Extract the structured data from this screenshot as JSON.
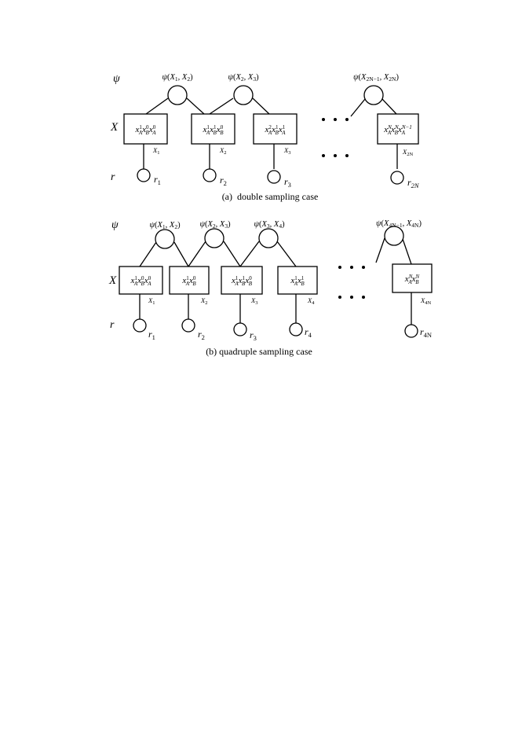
{
  "panel_a": {
    "caption": "(a)  double sampling case",
    "row_labels": {
      "psi": "ψ",
      "x": "X",
      "r": "r"
    },
    "potentials": [
      {
        "f": "ψ",
        "a": "X",
        "as": "1",
        "b": "X",
        "bs": "2"
      },
      {
        "f": "ψ",
        "a": "X",
        "as": "2",
        "b": "X",
        "bs": "3"
      },
      {
        "f": "ψ",
        "a": "X",
        "as": "2N−1",
        "b": "X",
        "bs": "2N"
      }
    ],
    "boxes": [
      {
        "terms": [
          {
            "b": "x",
            "sup": "1",
            "sub": "A"
          },
          {
            "b": "x",
            "sup": "0",
            "sub": "B"
          },
          {
            "b": "x",
            "sup": "0",
            "sub": "A"
          }
        ],
        "var": "X",
        "var_sub": "1"
      },
      {
        "terms": [
          {
            "b": "x",
            "sup": "1",
            "sub": "A"
          },
          {
            "b": "x",
            "sup": "1",
            "sub": "B"
          },
          {
            "b": "x",
            "sup": "0",
            "sub": "B"
          }
        ],
        "var": "X",
        "var_sub": "2"
      },
      {
        "terms": [
          {
            "b": "x",
            "sup": "2",
            "sub": "A"
          },
          {
            "b": "x",
            "sup": "1",
            "sub": "B"
          },
          {
            "b": "x",
            "sup": "1",
            "sub": "A"
          }
        ],
        "var": "X",
        "var_sub": "3"
      },
      {
        "terms": [
          {
            "b": "x",
            "sup": "N",
            "sub": "A"
          },
          {
            "b": "x",
            "sup": "N",
            "sub": "B"
          },
          {
            "b": "x",
            "sup": "N−1",
            "sub": "A"
          }
        ],
        "var": "X",
        "var_sub": "2N"
      }
    ],
    "observations": [
      {
        "b": "r",
        "sub": "1"
      },
      {
        "b": "r",
        "sub": "2"
      },
      {
        "b": "r",
        "sub": "3"
      },
      {
        "b": "r",
        "sub": "2N"
      }
    ]
  },
  "panel_b": {
    "caption": "(b) quadruple sampling case",
    "row_labels": {
      "psi": "ψ",
      "x": "X",
      "r": "r"
    },
    "potentials": [
      {
        "f": "ψ",
        "a": "X",
        "as": "1",
        "b": "X",
        "bs": "2"
      },
      {
        "f": "ψ",
        "a": "X",
        "as": "2",
        "b": "X",
        "bs": "3"
      },
      {
        "f": "ψ",
        "a": "X",
        "as": "3",
        "b": "X",
        "bs": "4"
      },
      {
        "f": "ψ",
        "a": "X",
        "as": "4N−1",
        "b": "X",
        "bs": "4N"
      }
    ],
    "boxes": [
      {
        "terms": [
          {
            "b": "x",
            "sup": "1",
            "sub": "A"
          },
          {
            "b": "x",
            "sup": "0",
            "sub": "B"
          },
          {
            "b": "x",
            "sup": "0",
            "sub": "A"
          }
        ],
        "var": "X",
        "var_sub": "1"
      },
      {
        "terms": [
          {
            "b": "x",
            "sup": "1",
            "sub": "A"
          },
          {
            "b": "x",
            "sup": "0",
            "sub": "B"
          }
        ],
        "var": "X",
        "var_sub": "2"
      },
      {
        "terms": [
          {
            "b": "x",
            "sup": "1",
            "sub": "A"
          },
          {
            "b": "x",
            "sup": "1",
            "sub": "B"
          },
          {
            "b": "x",
            "sup": "0",
            "sub": "B"
          }
        ],
        "var": "X",
        "var_sub": "3"
      },
      {
        "terms": [
          {
            "b": "x",
            "sup": "1",
            "sub": "A"
          },
          {
            "b": "x",
            "sup": "1",
            "sub": "B"
          }
        ],
        "var": "X",
        "var_sub": "4"
      },
      {
        "terms": [
          {
            "b": "x",
            "sup": "N",
            "sub": "A"
          },
          {
            "b": "x",
            "sup": "N",
            "sub": "B"
          }
        ],
        "var": "X",
        "var_sub": "4N"
      }
    ],
    "observations": [
      {
        "b": "r",
        "sub": "1"
      },
      {
        "b": "r",
        "sub": "2"
      },
      {
        "b": "r",
        "sub": "3"
      },
      {
        "b": "r",
        "sub": "4"
      },
      {
        "b": "r",
        "sub": "4N"
      }
    ]
  }
}
